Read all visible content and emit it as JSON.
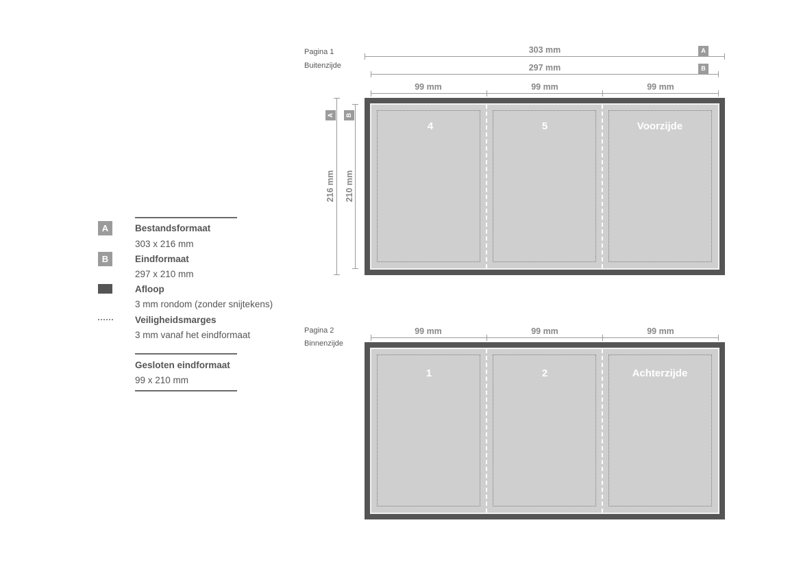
{
  "legend": {
    "items": [
      {
        "badge": "A",
        "title": "Bestandsformaat",
        "text": "303 x 216 mm"
      },
      {
        "badge": "B",
        "title": "Eindformaat",
        "text": "297 x 210 mm"
      },
      {
        "title": "Afloop",
        "text": "3 mm rondom (zonder snijtekens)"
      },
      {
        "title": "Veiligheidsmarges",
        "text": "3 mm vanaf het eindformaat"
      }
    ],
    "closed": {
      "title": "Gesloten eindformaat",
      "text": "99 x 210 mm"
    }
  },
  "page1": {
    "label": "Pagina 1",
    "sublabel": "Buitenzijde",
    "dim_a": "303 mm",
    "dim_b": "297 mm",
    "badge_a": "A",
    "badge_b": "B",
    "panel_dims": [
      "99 mm",
      "99 mm",
      "99 mm"
    ],
    "height_a": "216 mm",
    "height_b": "210 mm",
    "panels": [
      "4",
      "5",
      "Voorzijde"
    ]
  },
  "page2": {
    "label": "Pagina 2",
    "sublabel": "Binnenzijde",
    "panel_dims": [
      "99 mm",
      "99 mm",
      "99 mm"
    ],
    "panels": [
      "1",
      "2",
      "Achterzijde"
    ]
  },
  "colors": {
    "bleed": "#555555",
    "panel": "#cfcfcf",
    "badge": "#9b9b9b"
  }
}
